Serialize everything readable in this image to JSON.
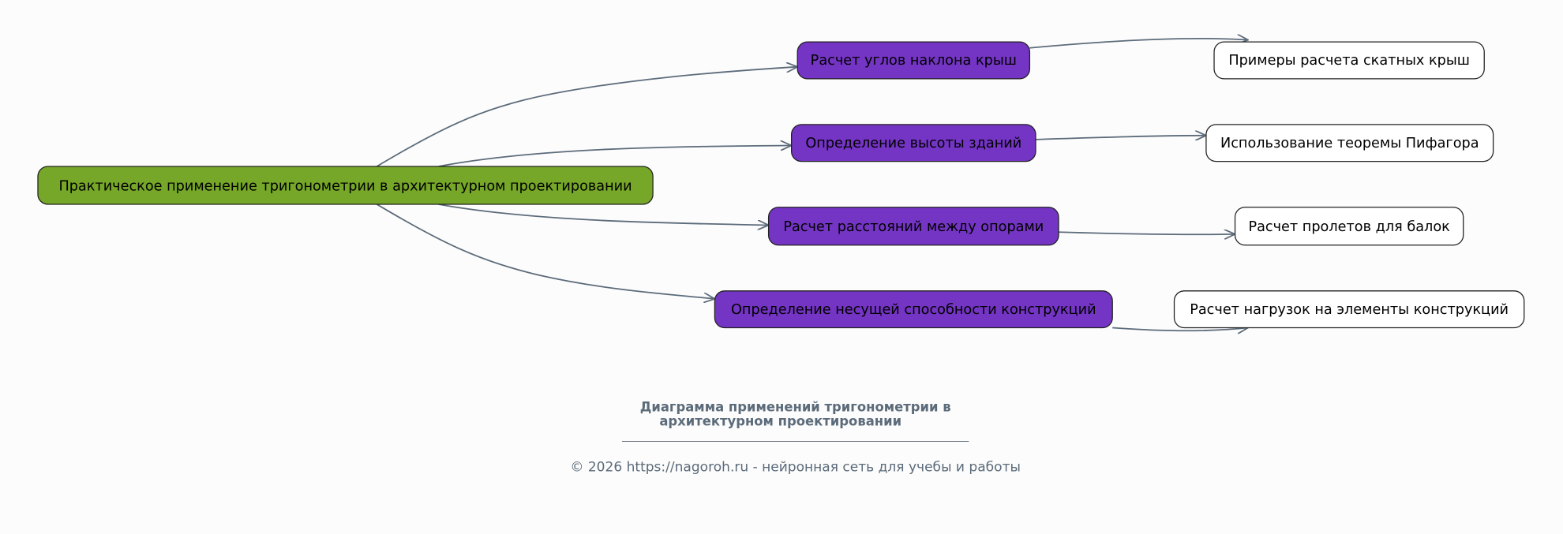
{
  "root": {
    "label": "Практическое применение тригонометрии в архитектурном проектировании",
    "color": "#76a728"
  },
  "branches": [
    {
      "label": "Расчет углов наклона крыш",
      "child": "Примеры расчета скатных крыш"
    },
    {
      "label": "Определение высоты зданий",
      "child": "Использование теоремы Пифагора"
    },
    {
      "label": "Расчет расстояний между опорами",
      "child": "Расчет пролетов для балок"
    },
    {
      "label": "Определение несущей способности конструкций",
      "child": "Расчет нагрузок на элементы конструкций"
    }
  ],
  "colors": {
    "branch": "#7434c4",
    "leaf": "#ffffff",
    "edge": "#5c6b7a"
  },
  "title": {
    "line1": "Диаграмма применений тригонометрии в",
    "line2": "архитектурном проектировании"
  },
  "footer": "© 2026 https://nagoroh.ru - нейронная сеть для учебы и работы"
}
